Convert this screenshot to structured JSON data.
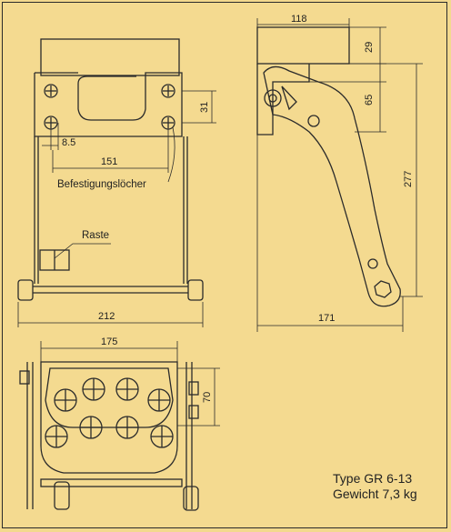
{
  "dimensions": {
    "d118": "118",
    "d29": "29",
    "d65": "65",
    "d277": "277",
    "d171": "171",
    "d31": "31",
    "d8_5": "8.5",
    "d151": "151",
    "d212": "212",
    "d175": "175",
    "d70": "70"
  },
  "labels": {
    "mounting_holes": "Befestigungslöcher",
    "detent": "Raste"
  },
  "info": {
    "type": "Type GR 6-13",
    "weight": "Gewicht 7,3 kg"
  }
}
